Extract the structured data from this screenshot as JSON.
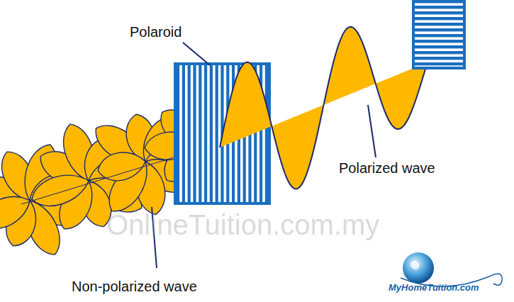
{
  "diagram": {
    "labels": [
      "Polaroid",
      "Polarized wave",
      "Non-polarized wave",
      "OnlineTuition.com.my",
      "MyHomeTuition.com"
    ]
  }
}
